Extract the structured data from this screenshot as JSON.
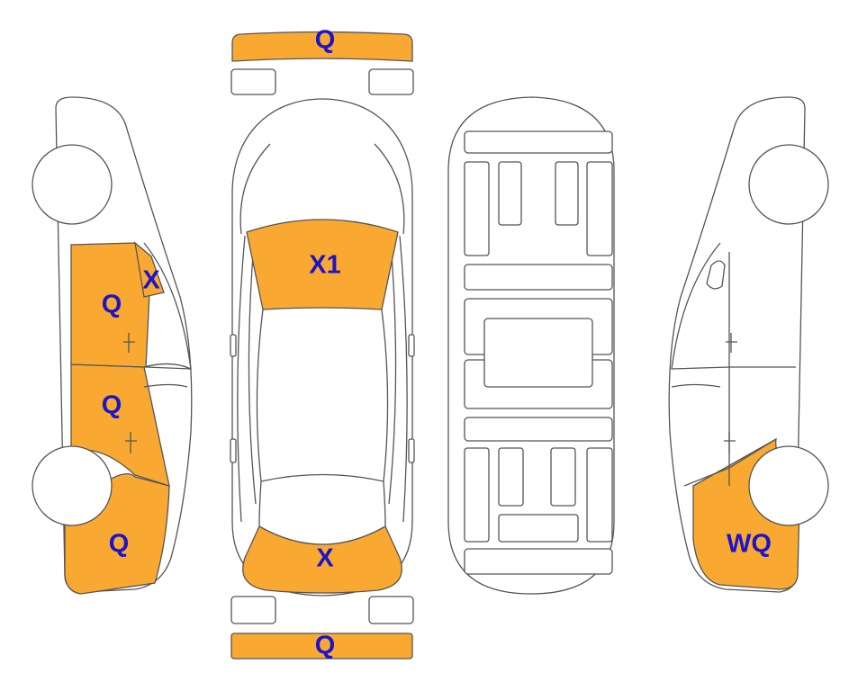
{
  "colors": {
    "damage_fill": "#f9a932",
    "code_text": "#1c14c8",
    "outline": "#555555"
  },
  "icons": [
    "car-left-side-icon",
    "car-top-view-icon",
    "car-underbody-icon",
    "car-right-side-icon"
  ],
  "damage_codes": {
    "front_bumper": "Q",
    "rear_bumper": "Q",
    "windshield": "X1",
    "rear_window": "X",
    "left_front_door_window": "X",
    "left_front_door": "Q",
    "left_rear_door": "Q",
    "left_rear_quarter": "Q",
    "right_rear_quarter": "WQ"
  }
}
